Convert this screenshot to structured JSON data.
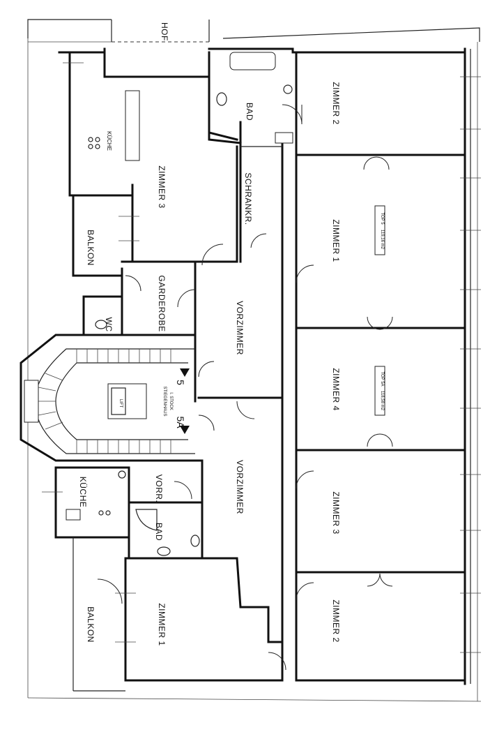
{
  "plan": {
    "hof": "HOF",
    "rooms": {
      "zimmer2_top": "ZIMMER 2",
      "zimmer1_top": "ZIMMER 1",
      "zimmer4": "ZIMMER 4",
      "zimmer3_right": "ZIMMER 3",
      "zimmer2_bottom": "ZIMMER 2",
      "zimmer3_left": "ZIMMER 3",
      "zimmer1_bottom": "ZIMMER 1",
      "bad_top": "BAD",
      "bad_bottom": "BAD",
      "schrankr": "SCHRANKR.",
      "kueche_top": "KÜCHE",
      "kueche_bottom": "KÜCHE",
      "balkon_top": "BALKON",
      "balkon_bottom": "BALKON",
      "garderobe": "GARDEROBE",
      "wc": "WC",
      "vorzimmer_top": "VORZIMMER",
      "vorzimmer_bottom": "VORZIMMER",
      "vorr": "VORR.",
      "lift": "LIFT",
      "stiegenhaus": "STIEGENHAUS",
      "stock": "I. STOCK"
    },
    "tops": {
      "top5": "TOP 5",
      "top5_area": "119,16 m2",
      "top5a": "TOP 5A",
      "top5a_area": "118,58 m2",
      "unit5": "5",
      "unit5a": "5A"
    }
  }
}
